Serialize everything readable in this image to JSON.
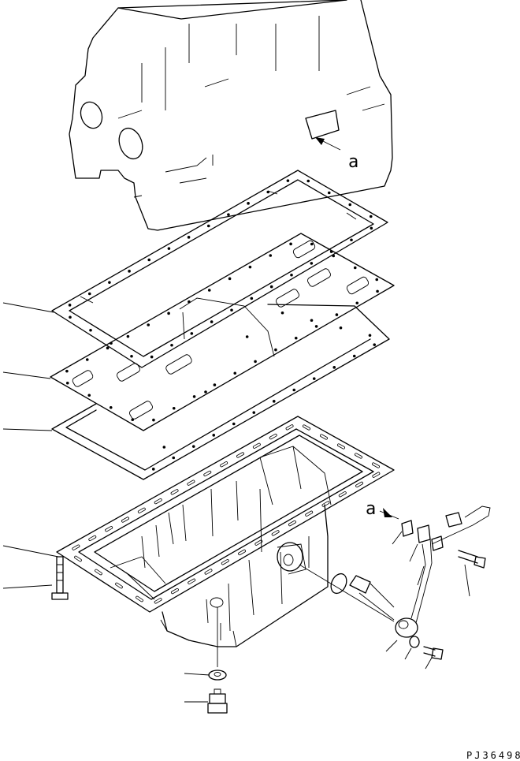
{
  "diagram": {
    "callout_upper": "a",
    "callout_lower": "a",
    "drawing_number": "PJ36498"
  },
  "icons": {
    "hole_marker": "bolt-hole-icon"
  },
  "colors": {
    "line": "#000000",
    "background": "#ffffff"
  }
}
